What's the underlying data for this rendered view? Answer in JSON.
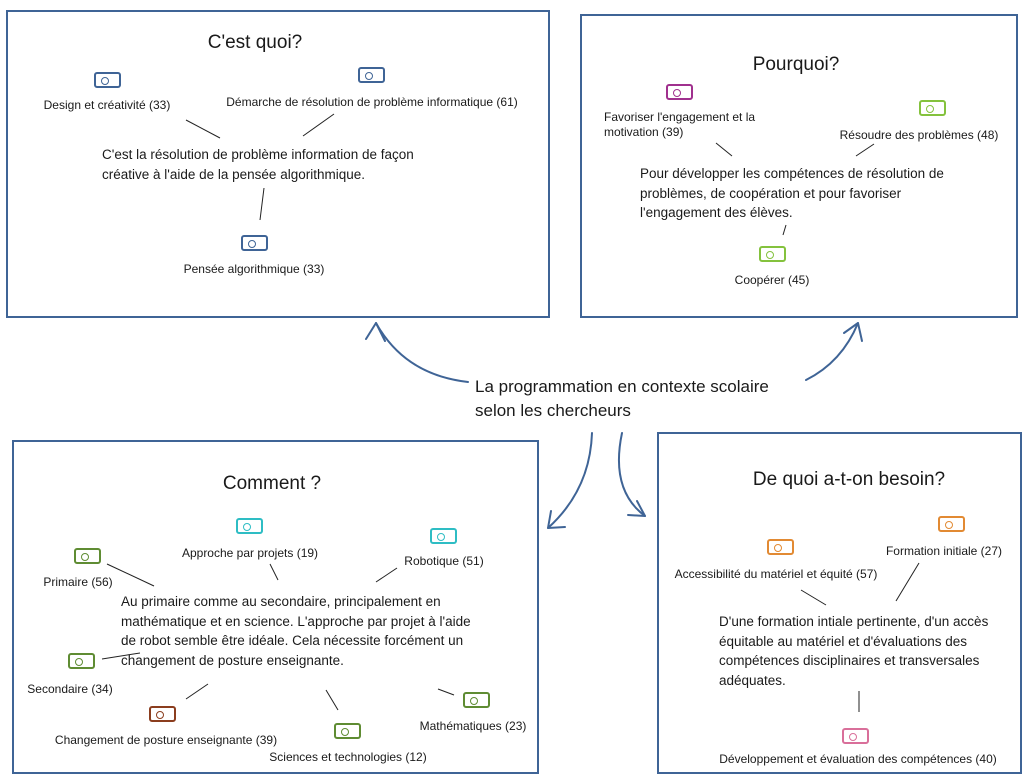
{
  "central_topic": {
    "line1": "La programmation en contexte scolaire",
    "line2": "selon les chercheurs"
  },
  "colors": {
    "border": "#3f6496",
    "arrow": "#3f6496",
    "blue": "#3f6496",
    "magenta": "#a0308e",
    "light_green": "#84c23d",
    "dark_green": "#5f8c33",
    "teal": "#2ebdc4",
    "brown": "#8b3d1e",
    "orange": "#e28a33",
    "pink": "#d96f9a"
  },
  "cest_quoi": {
    "title": "C'est quoi?",
    "description": "C'est la résolution de problème information de façon créative à l'aide de la pensée algorithmique.",
    "tags": [
      {
        "label": "Design et créativité (33)",
        "icon": "tag-icon",
        "color": "#3f6496"
      },
      {
        "label": "Démarche de résolution de problème informatique (61)",
        "icon": "tag-icon",
        "color": "#3f6496"
      },
      {
        "label": "Pensée algorithmique (33)",
        "icon": "tag-icon",
        "color": "#3f6496"
      }
    ]
  },
  "pourquoi": {
    "title": "Pourquoi?",
    "description": "Pour développer les compétences de résolution de problèmes, de coopération et pour favoriser l'engagement des élèves.",
    "tags": [
      {
        "label": "Favoriser l'engagement et la motivation (39)",
        "line1": "Favoriser l'engagement et la",
        "line2": "motivation (39)",
        "icon": "tag-icon",
        "color": "#a0308e"
      },
      {
        "label": "Résoudre des problèmes (48)",
        "icon": "tag-icon",
        "color": "#84c23d"
      },
      {
        "label": "Coopérer (45)",
        "icon": "tag-icon",
        "color": "#84c23d"
      }
    ]
  },
  "comment": {
    "title": "Comment ?",
    "description": "Au primaire comme au secondaire, principalement en mathématique et en science. L'approche par projet à l'aide de robot semble être idéale. Cela nécessite forcément un changement de posture enseignante.",
    "tags": [
      {
        "label": "Primaire (56)",
        "icon": "tag-icon",
        "color": "#5f8c33"
      },
      {
        "label": "Approche par projets (19)",
        "icon": "tag-icon",
        "color": "#2ebdc4"
      },
      {
        "label": "Robotique (51)",
        "icon": "tag-icon",
        "color": "#2ebdc4"
      },
      {
        "label": "Secondaire (34)",
        "icon": "tag-icon",
        "color": "#5f8c33"
      },
      {
        "label": "Changement de posture enseignante (39)",
        "icon": "tag-icon",
        "color": "#8b3d1e"
      },
      {
        "label": "Sciences et technologies (12)",
        "icon": "tag-icon",
        "color": "#5f8c33"
      },
      {
        "label": "Mathématiques (23)",
        "icon": "tag-icon",
        "color": "#5f8c33"
      }
    ]
  },
  "de_quoi": {
    "title": "De quoi a-t-on besoin?",
    "description": "D'une formation intiale pertinente, d'un accès équitable au matériel et d'évaluations des compétences disciplinaires et transversales adéquates.",
    "tags": [
      {
        "label": "Accessibilité du matériel et équité (57)",
        "icon": "tag-icon",
        "color": "#e28a33"
      },
      {
        "label": "Formation initiale (27)",
        "icon": "tag-icon",
        "color": "#e28a33"
      },
      {
        "label": "Développement et évaluation des compétences (40)",
        "icon": "tag-icon",
        "color": "#d96f9a"
      }
    ]
  }
}
